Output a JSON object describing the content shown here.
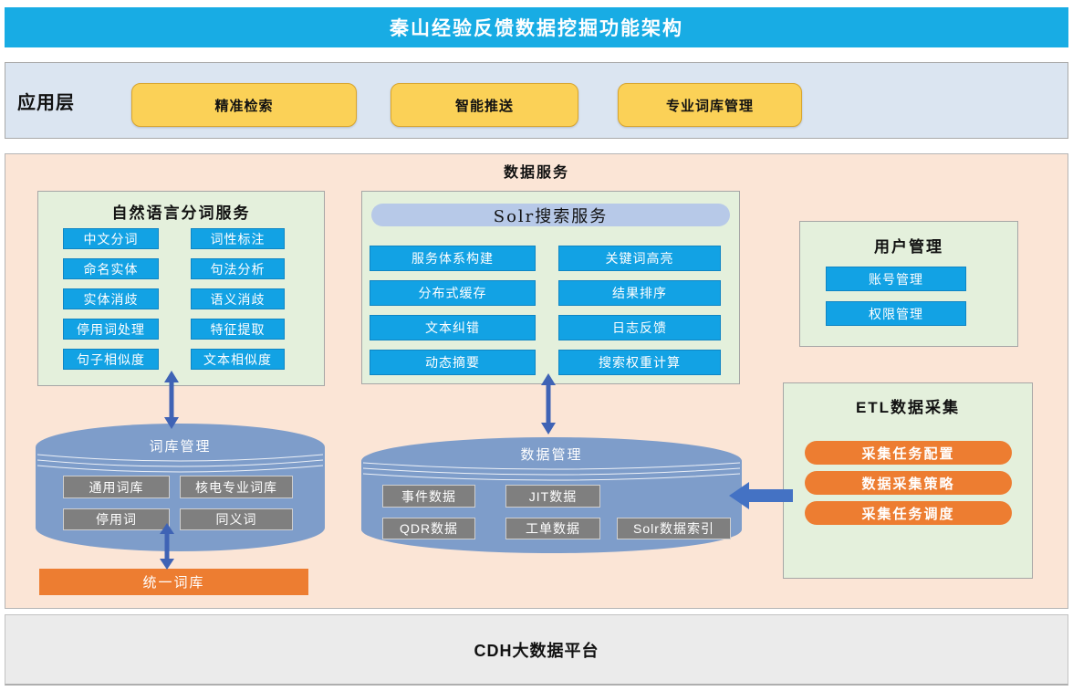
{
  "title": "秦山经验反馈数据挖掘功能架构",
  "app_layer": {
    "label": "应用层",
    "buttons": [
      "精准检索",
      "智能推送",
      "专业词库管理"
    ]
  },
  "data_service": {
    "title": "数据服务",
    "nlp": {
      "title": "自然语言分词服务",
      "items": [
        "中文分词",
        "词性标注",
        "命名实体",
        "句法分析",
        "实体消歧",
        "语义消歧",
        "停用词处理",
        "特征提取",
        "句子相似度",
        "文本相似度"
      ]
    },
    "solr": {
      "title": "Solr搜索服务",
      "items": [
        "服务体系构建",
        "关键词高亮",
        "分布式缓存",
        "结果排序",
        "文本纠错",
        "日志反馈",
        "动态摘要",
        "搜索权重计算"
      ]
    },
    "user": {
      "title": "用户管理",
      "items": [
        "账号管理",
        "权限管理"
      ]
    },
    "etl": {
      "title": "ETL数据采集",
      "items": [
        "采集任务配置",
        "数据采集策略",
        "采集任务调度"
      ]
    },
    "dict_db": {
      "title": "词库管理",
      "items": [
        "通用词库",
        "核电专业词库",
        "停用词",
        "同义词"
      ]
    },
    "data_db": {
      "title": "数据管理",
      "items": [
        "事件数据",
        "JIT数据",
        "QDR数据",
        "工单数据",
        "Solr数据索引"
      ]
    },
    "unified_dict": "统一词库"
  },
  "platform": {
    "label": "CDH大数据平台"
  },
  "colors": {
    "header_cyan": "#18ace4",
    "app_band_blue": "#dbe5f1",
    "button_yellow": "#fbd157",
    "panel_peach": "#fbe5d6",
    "box_green": "#e4f0dc",
    "chip_azure": "#12a2e4",
    "solr_pill_blue": "#b7c9e8",
    "cylinder_blue": "#7e9dca",
    "chip_gray": "#7f7f7f",
    "orange": "#ed7d31",
    "arrow_blue": "#3f63b5",
    "block_arrow_blue": "#4472c4",
    "cdh_gray": "#ebebeb"
  }
}
